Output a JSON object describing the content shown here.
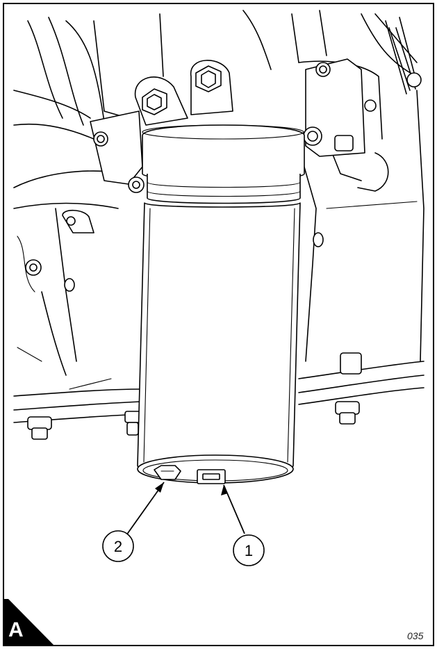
{
  "figure": {
    "corner_label": "A",
    "figure_number": "035",
    "callouts": [
      {
        "id": "1",
        "label": "1"
      },
      {
        "id": "2",
        "label": "2"
      }
    ]
  },
  "colors": {
    "line": "#000000",
    "background": "#ffffff",
    "corner_tab": "#000000"
  }
}
